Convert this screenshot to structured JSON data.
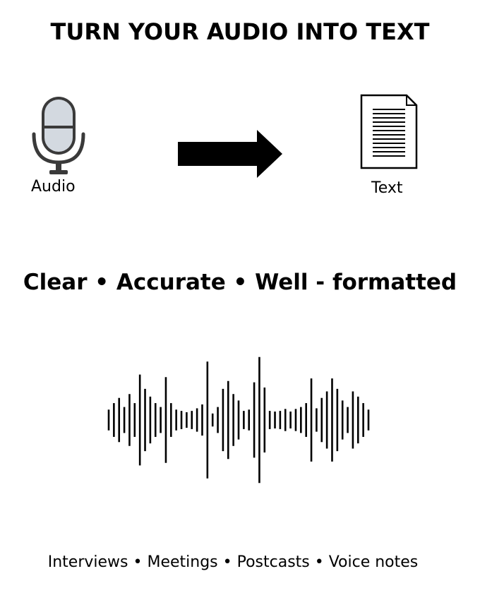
{
  "title": "TURN YOUR AUDIO INTO TEXT",
  "audio_label": "Audio",
  "text_label": "Text",
  "tagline": "Clear • Accurate • Well - formatted",
  "use_cases": "Interviews • Meetings • Postcasts • Voice notes",
  "icons": {
    "source": "microphone-icon",
    "direction": "right-arrow-icon",
    "output": "document-icon",
    "decoration": "sound-waveform-icon"
  },
  "colors": {
    "background": "#ffffff",
    "text": "#000000",
    "mic_body": "#d3d9e0",
    "mic_stand": "#3a3a3a"
  },
  "waveform_levels": [
    0.16,
    0.26,
    0.34,
    0.2,
    0.4,
    0.26,
    0.7,
    0.48,
    0.36,
    0.26,
    0.2,
    0.66,
    0.26,
    0.16,
    0.14,
    0.12,
    0.14,
    0.18,
    0.24,
    0.9,
    0.1,
    0.2,
    0.48,
    0.6,
    0.4,
    0.3,
    0.14,
    0.16,
    0.58,
    0.97,
    0.5,
    0.14,
    0.13,
    0.14,
    0.17,
    0.13,
    0.17,
    0.2,
    0.26,
    0.64,
    0.18,
    0.34,
    0.44,
    0.64,
    0.48,
    0.3,
    0.2,
    0.44,
    0.36,
    0.26,
    0.16
  ]
}
